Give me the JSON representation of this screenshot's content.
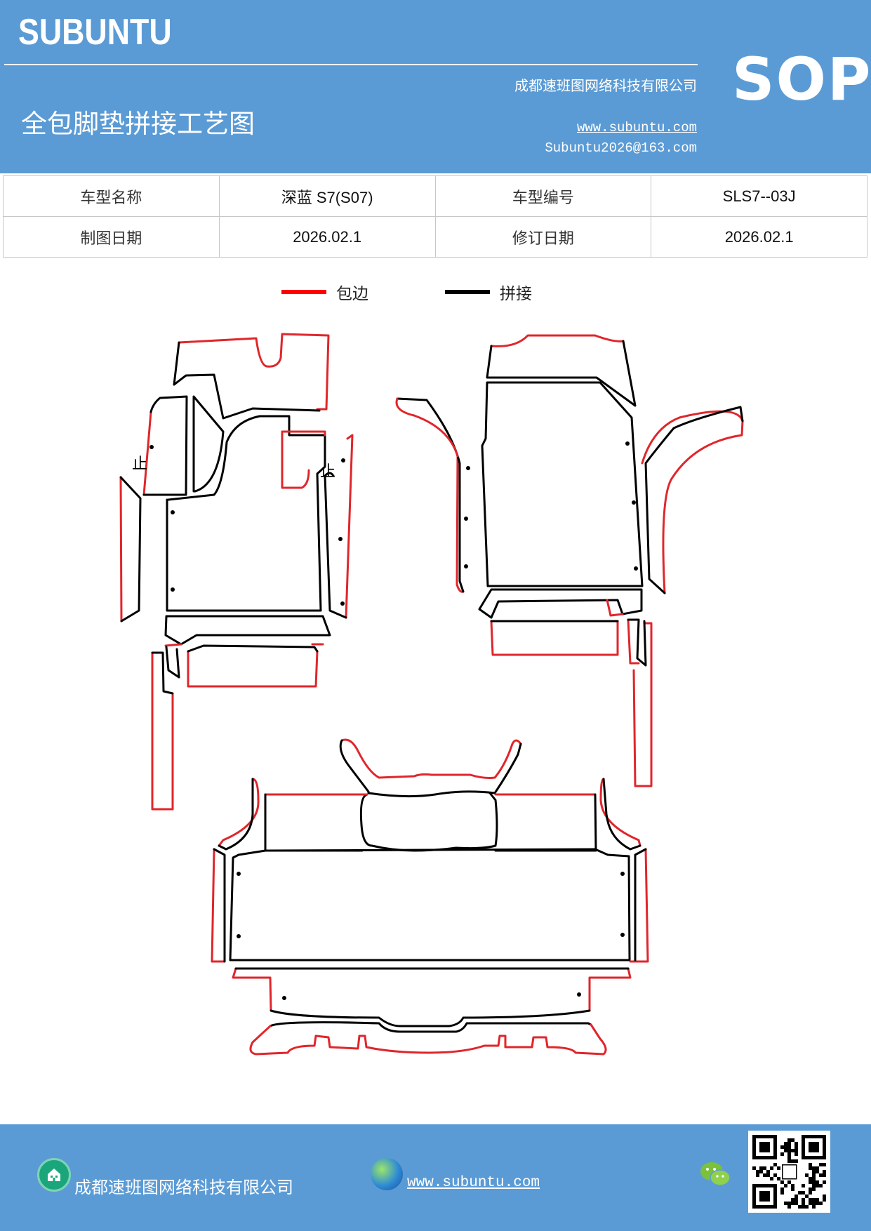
{
  "header": {
    "brand": "SUBUNTU",
    "title": "全包脚垫拼接工艺图",
    "company": "成都速班图网络科技有限公司",
    "website": "www.subuntu.com",
    "email": "Subuntu2026@163.com",
    "badge": "SOP"
  },
  "info_table": {
    "model_name_label": "车型名称",
    "model_name_value": "深蓝 S7(S07)",
    "model_code_label": "车型编号",
    "model_code_value": "SLS7--03J",
    "draw_date_label": "制图日期",
    "draw_date_value": "2026.02.1",
    "revise_date_label": "修订日期",
    "revise_date_value": "2026.02.1"
  },
  "legend": {
    "edging_label": "包边",
    "edging_color": "#ff0000",
    "seam_label": "拼接",
    "seam_color": "#000000"
  },
  "diagram": {
    "mark_left": "止",
    "mark_right": "止"
  },
  "footer": {
    "company": "成都速班图网络科技有限公司",
    "website": "www.subuntu.com",
    "home_icon": "company-icon",
    "globe_icon": "globe-icon",
    "wechat_icon": "wechat-icon"
  }
}
